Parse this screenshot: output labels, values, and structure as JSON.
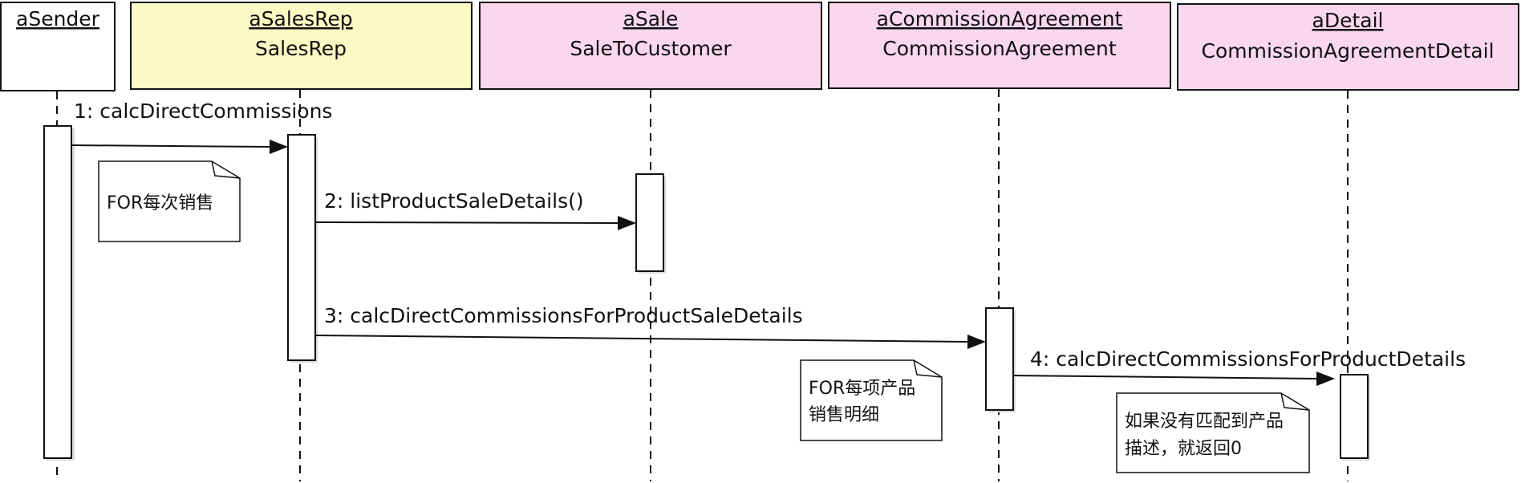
{
  "participants": [
    {
      "name": "aSender",
      "class": "",
      "color": "#ffffff"
    },
    {
      "name": "aSalesRep",
      "class": "SalesRep",
      "color": "#fcfac4"
    },
    {
      "name": "aSale",
      "class": "SaleToCustomer",
      "color": "#fad7ef"
    },
    {
      "name": "aCommissionAgreement",
      "class": "CommissionAgreement",
      "color": "#fad7ef"
    },
    {
      "name": "aDetail",
      "class": "CommissionAgreementDetail",
      "color": "#fad7ef"
    }
  ],
  "messages": [
    {
      "label": "1: calcDirectCommissions"
    },
    {
      "label": "2: listProductSaleDetails()"
    },
    {
      "label": "3: calcDirectCommissionsForProductSaleDetails"
    },
    {
      "label": "4: calcDirectCommissionsForProductDetails"
    }
  ],
  "notes": [
    {
      "lines": [
        "FOR每次销售"
      ]
    },
    {
      "lines": [
        "FOR每项产品",
        "销售明细"
      ]
    },
    {
      "lines": [
        "如果没有匹配到产品",
        "描述，就返回0"
      ]
    }
  ]
}
